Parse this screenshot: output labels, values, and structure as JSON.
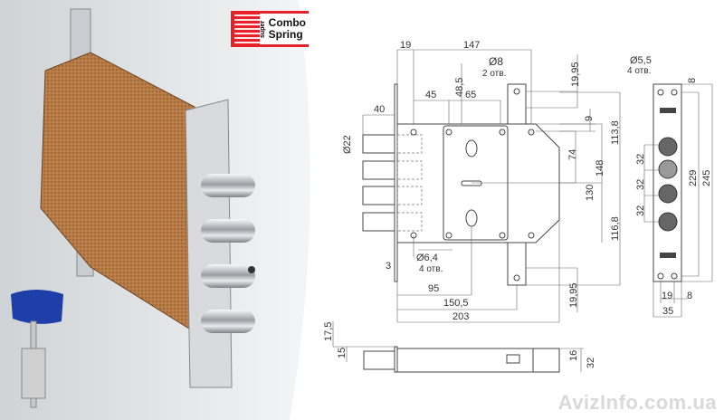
{
  "logo": {
    "super": "super",
    "line1": "Combo",
    "line2": "Spring"
  },
  "watermark": "AvizInfo.com.ua",
  "front_view": {
    "dims": {
      "d19": "19",
      "d147": "147",
      "d8": "Ø8",
      "holes2": "2 отв.",
      "d48_5": "48,5",
      "d45": "45",
      "d65": "65",
      "d40": "40",
      "d22": "Ø22",
      "d19_95_top": "19,95",
      "d9": "9",
      "d113_8": "113,8",
      "d74": "74",
      "d148": "148",
      "d130": "130",
      "d116_8": "116,8",
      "d6_4": "Ø6,4",
      "holes4": "4 отв.",
      "d3": "3",
      "d95": "95",
      "d150_5": "150,5",
      "d203": "203",
      "d19_95_bot": "19,95"
    }
  },
  "bottom_view": {
    "dims": {
      "d17_5": "17,5",
      "d15": "15",
      "d16": "16",
      "d32": "32"
    }
  },
  "faceplate_view": {
    "dims": {
      "d5_5": "Ø5,5",
      "holes4": "4 отв.",
      "d8_top": "8",
      "d32a": "32",
      "d32b": "32",
      "d32c": "32",
      "d229": "229",
      "d245": "245",
      "d19": "19",
      "d8_bot": "8",
      "d35": "35"
    }
  },
  "colors": {
    "lock_body": "#b57a45",
    "key": "#1f3fa8",
    "logo_red": "#e8202a"
  }
}
